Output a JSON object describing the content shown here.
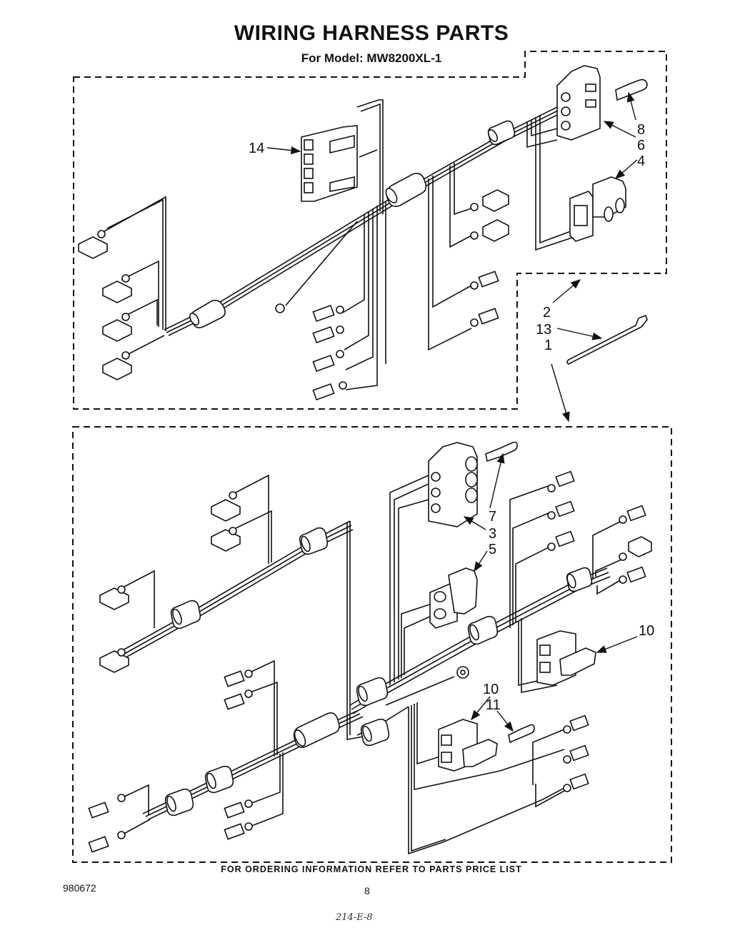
{
  "header": {
    "title": "WIRING HARNESS PARTS",
    "subtitle": "For Model: MW8200XL-1"
  },
  "footer": {
    "note": "FOR ORDERING INFORMATION REFER TO PARTS PRICE LIST",
    "doc_number": "980672",
    "page_number": "8",
    "handwritten": "214-E-8"
  },
  "callouts": {
    "c14": "14",
    "c8": "8",
    "c6": "6",
    "c4": "4",
    "c2": "2",
    "c13": "13",
    "c1": "1",
    "c7": "7",
    "c3": "3",
    "c5": "5",
    "c10a": "10",
    "c10b": "10",
    "c11": "11"
  }
}
